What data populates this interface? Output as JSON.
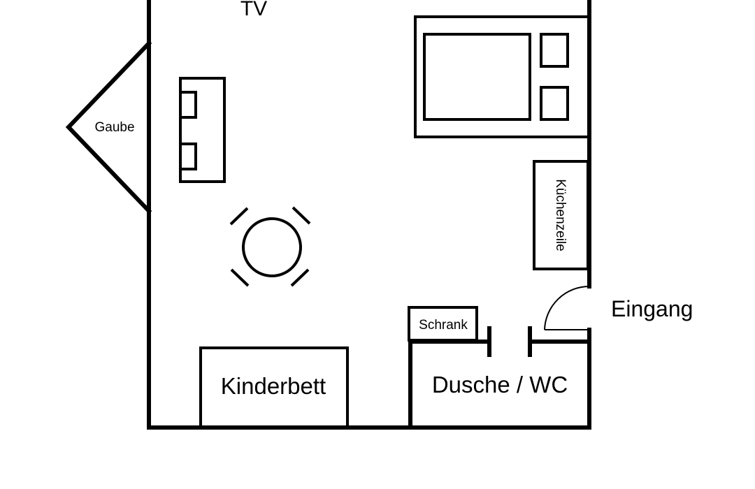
{
  "floor_plan": {
    "labels": {
      "tv": "TV",
      "gaube": "Gaube",
      "kuechenzeile": "Küchenzeile",
      "eingang": "Eingang",
      "schrank": "Schrank",
      "kinderbett": "Kinderbett",
      "dusche_wc": "Dusche / WC"
    },
    "colors": {
      "line": "#000000",
      "background": "#ffffff"
    }
  }
}
